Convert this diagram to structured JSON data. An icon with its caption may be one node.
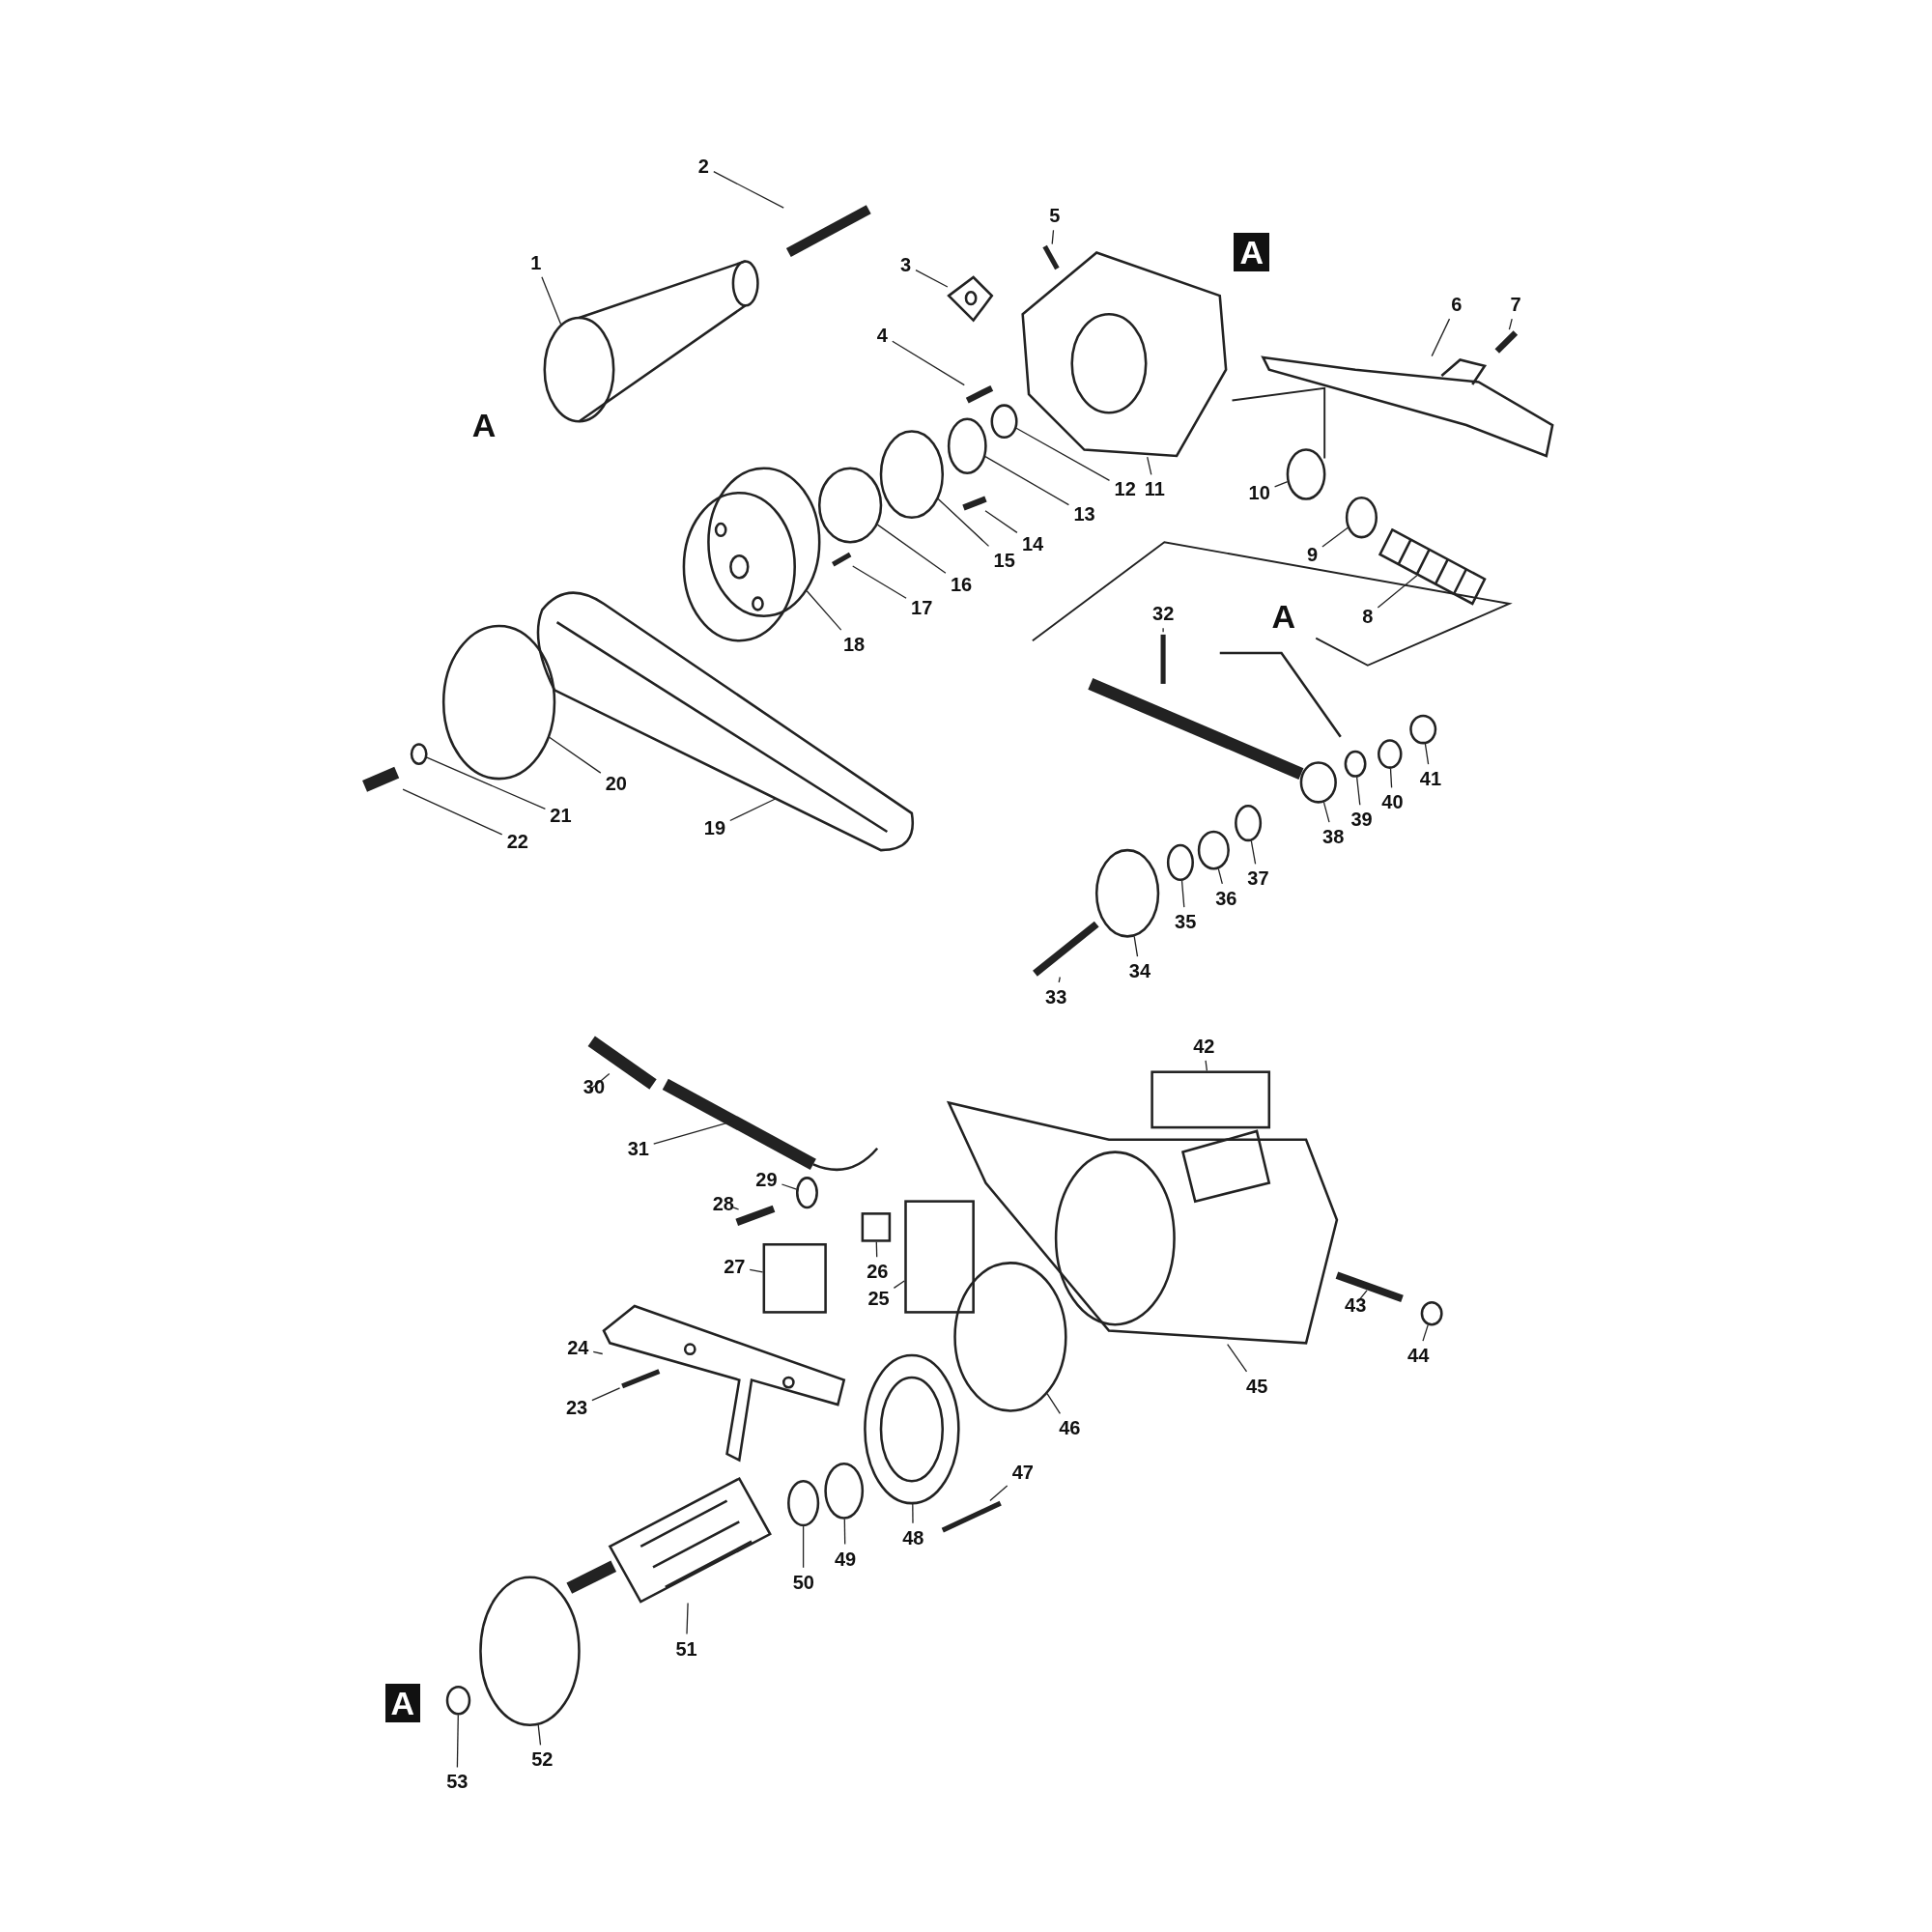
{
  "diagram": {
    "nodes": [
      {
        "text": [
          "1"
        ]
      },
      {
        "text": [
          "2"
        ]
      },
      {
        "text": [
          "3"
        ]
      },
      {
        "text": [
          "4"
        ]
      },
      {
        "text": [
          "5"
        ]
      },
      {
        "text": [
          "6"
        ]
      },
      {
        "text": [
          "7"
        ]
      },
      {
        "text": [
          "8"
        ]
      },
      {
        "text": [
          "9"
        ]
      },
      {
        "text": [
          "10"
        ]
      },
      {
        "text": [
          "11"
        ]
      },
      {
        "text": [
          "12"
        ]
      },
      {
        "text": [
          "13"
        ]
      },
      {
        "text": [
          "14"
        ]
      },
      {
        "text": [
          "15"
        ]
      },
      {
        "text": [
          "16"
        ]
      },
      {
        "text": [
          "17"
        ]
      },
      {
        "text": [
          "18"
        ]
      },
      {
        "text": [
          "19"
        ]
      },
      {
        "text": [
          "20"
        ]
      },
      {
        "text": [
          "21"
        ]
      },
      {
        "text": [
          "22"
        ]
      },
      {
        "text": [
          "23"
        ]
      },
      {
        "text": [
          "24"
        ]
      },
      {
        "text": [
          "25"
        ]
      },
      {
        "text": [
          "26"
        ]
      },
      {
        "text": [
          "27"
        ]
      },
      {
        "text": [
          "28"
        ]
      },
      {
        "text": [
          "29"
        ]
      },
      {
        "text": [
          "30"
        ]
      },
      {
        "text": [
          "31"
        ]
      },
      {
        "text": [
          "32"
        ]
      },
      {
        "text": [
          "33"
        ]
      },
      {
        "text": [
          "34"
        ]
      },
      {
        "text": [
          "35"
        ]
      },
      {
        "text": [
          "36"
        ]
      },
      {
        "text": [
          "37"
        ]
      },
      {
        "text": [
          "38"
        ]
      },
      {
        "text": [
          "39"
        ]
      },
      {
        "text": [
          "40"
        ]
      },
      {
        "text": [
          "41"
        ]
      },
      {
        "text": [
          "42"
        ]
      },
      {
        "text": [
          "43"
        ]
      },
      {
        "text": [
          "44"
        ]
      },
      {
        "text": [
          "45"
        ]
      },
      {
        "text": [
          "46"
        ]
      },
      {
        "text": [
          "47"
        ]
      },
      {
        "text": [
          "48"
        ]
      },
      {
        "text": [
          "49"
        ]
      },
      {
        "text": [
          "50"
        ]
      },
      {
        "text": [
          "51"
        ]
      },
      {
        "text": [
          "52"
        ]
      },
      {
        "text": [
          "53"
        ]
      },
      {
        "text": [],
        "shape": "picture"
      },
      {
        "text": [],
        "shape": "picture"
      },
      {
        "text": [],
        "shape": "picture"
      },
      {
        "text": [],
        "shape": "picture"
      },
      {
        "text": [],
        "shape": "picture"
      },
      {
        "text": [],
        "shape": "picture"
      },
      {
        "text": [],
        "shape": "picture"
      },
      {
        "text": [],
        "shape": "picture"
      },
      {
        "text": [],
        "shape": "circle"
      },
      {
        "text": [],
        "shape": "circle"
      },
      {
        "text": [],
        "shape": "picture"
      },
      {
        "text": [],
        "shape": "circle"
      },
      {
        "text": [],
        "shape": "circle"
      },
      {
        "text": [],
        "shape": "picture"
      },
      {
        "text": [],
        "shape": "circle"
      },
      {
        "text": [],
        "shape": "circle"
      },
      {
        "text": [],
        "shape": "picture"
      },
      {
        "text": [],
        "shape": "picture"
      },
      {
        "text": [],
        "shape": "picture"
      },
      {
        "text": [],
        "shape": "circle"
      },
      {
        "text": [],
        "shape": "circle"
      },
      {
        "text": [],
        "shape": "picture"
      },
      {
        "text": [],
        "shape": "picture"
      },
      {
        "text": [],
        "shape": "picture"
      },
      {
        "text": [],
        "shape": "box"
      },
      {
        "text": [],
        "shape": "box"
      },
      {
        "text": [],
        "shape": "box"
      },
      {
        "text": [],
        "shape": "picture"
      },
      {
        "text": [],
        "shape": "circle"
      },
      {
        "text": [],
        "shape": "picture"
      },
      {
        "text": [],
        "shape": "picture"
      },
      {
        "text": [],
        "shape": "picture"
      },
      {
        "text": [],
        "shape": "picture"
      },
      {
        "text": [],
        "shape": "circle"
      },
      {
        "text": [],
        "shape": "circle"
      },
      {
        "text": [],
        "shape": "circle"
      },
      {
        "text": [],
        "shape": "circle"
      },
      {
        "text": [],
        "shape": "picture"
      },
      {
        "text": [],
        "shape": "circle"
      },
      {
        "text": [],
        "shape": "circle"
      },
      {
        "text": [],
        "shape": "circle"
      },
      {
        "text": [],
        "shape": "box"
      },
      {
        "text": [],
        "shape": "picture"
      },
      {
        "text": [],
        "shape": "circle"
      },
      {
        "text": [],
        "shape": "picture"
      },
      {
        "text": [],
        "shape": "circle"
      },
      {
        "text": [],
        "shape": "picture"
      },
      {
        "text": [],
        "shape": "picture"
      },
      {
        "text": [],
        "shape": "circle"
      },
      {
        "text": [],
        "shape": "circle"
      },
      {
        "text": [],
        "shape": "picture"
      },
      {
        "text": [],
        "shape": "circle"
      },
      {
        "text": [],
        "shape": "circle"
      }
    ],
    "edges": [
      {
        "from": 0,
        "to": 53,
        "arrow": "none"
      },
      {
        "from": 1,
        "to": 54,
        "arrow": "none"
      },
      {
        "from": 2,
        "to": 55,
        "arrow": "none"
      },
      {
        "from": 3,
        "to": 56,
        "arrow": "none"
      },
      {
        "from": 4,
        "to": 57,
        "arrow": "none"
      },
      {
        "from": 5,
        "to": 58,
        "arrow": "none"
      },
      {
        "from": 6,
        "to": 59,
        "arrow": "none"
      },
      {
        "from": 7,
        "to": 60,
        "arrow": "none"
      },
      {
        "from": 8,
        "to": 61,
        "arrow": "none"
      },
      {
        "from": 9,
        "to": 62,
        "arrow": "none"
      },
      {
        "from": 10,
        "to": 63,
        "arrow": "none"
      },
      {
        "from": 11,
        "to": 64,
        "arrow": "none"
      },
      {
        "from": 12,
        "to": 65,
        "arrow": "none"
      },
      {
        "from": 13,
        "to": 66,
        "arrow": "none"
      },
      {
        "from": 14,
        "to": 67,
        "arrow": "none"
      },
      {
        "from": 15,
        "to": 68,
        "arrow": "none"
      },
      {
        "from": 16,
        "to": 69,
        "arrow": "none"
      },
      {
        "from": 17,
        "to": 70,
        "arrow": "none"
      },
      {
        "from": 18,
        "to": 71,
        "arrow": "none"
      },
      {
        "from": 19,
        "to": 72,
        "arrow": "none"
      },
      {
        "from": 20,
        "to": 73,
        "arrow": "none"
      },
      {
        "from": 21,
        "to": 74,
        "arrow": "none"
      },
      {
        "from": 22,
        "to": 75,
        "arrow": "none"
      },
      {
        "from": 23,
        "to": 76,
        "arrow": "none"
      },
      {
        "from": 24,
        "to": 77,
        "arrow": "none"
      },
      {
        "from": 25,
        "to": 78,
        "arrow": "none"
      },
      {
        "from": 26,
        "to": 79,
        "arrow": "none"
      },
      {
        "from": 27,
        "to": 80,
        "arrow": "none"
      },
      {
        "from": 28,
        "to": 81,
        "arrow": "none"
      },
      {
        "from": 29,
        "to": 82,
        "arrow": "none"
      },
      {
        "from": 30,
        "to": 83,
        "arrow": "none"
      },
      {
        "from": 31,
        "to": 84,
        "arrow": "none"
      },
      {
        "from": 32,
        "to": 85,
        "arrow": "none"
      },
      {
        "from": 33,
        "to": 86,
        "arrow": "none"
      },
      {
        "from": 34,
        "to": 87,
        "arrow": "none"
      },
      {
        "from": 35,
        "to": 88,
        "arrow": "none"
      },
      {
        "from": 36,
        "to": 89,
        "arrow": "none"
      },
      {
        "from": 37,
        "to": 90,
        "arrow": "none"
      },
      {
        "from": 38,
        "to": 91,
        "arrow": "none"
      },
      {
        "from": 39,
        "to": 92,
        "arrow": "none"
      },
      {
        "from": 40,
        "to": 93,
        "arrow": "none"
      },
      {
        "from": 41,
        "to": 94,
        "arrow": "none"
      },
      {
        "from": 42,
        "to": 95,
        "arrow": "none"
      },
      {
        "from": 43,
        "to": 96,
        "arrow": "none"
      },
      {
        "from": 44,
        "to": 97,
        "arrow": "none"
      },
      {
        "from": 45,
        "to": 98,
        "arrow": "none"
      },
      {
        "from": 46,
        "to": 99,
        "arrow": "none"
      },
      {
        "from": 47,
        "to": 100,
        "arrow": "none"
      },
      {
        "from": 48,
        "to": 101,
        "arrow": "none"
      },
      {
        "from": 49,
        "to": 102,
        "arrow": "none"
      },
      {
        "from": 50,
        "to": 103,
        "arrow": "none"
      },
      {
        "from": 51,
        "to": 104,
        "arrow": "none"
      },
      {
        "from": 52,
        "to": 105,
        "arrow": "none"
      }
    ],
    "labels": [
      "A",
      "A",
      "A",
      "A"
    ]
  }
}
